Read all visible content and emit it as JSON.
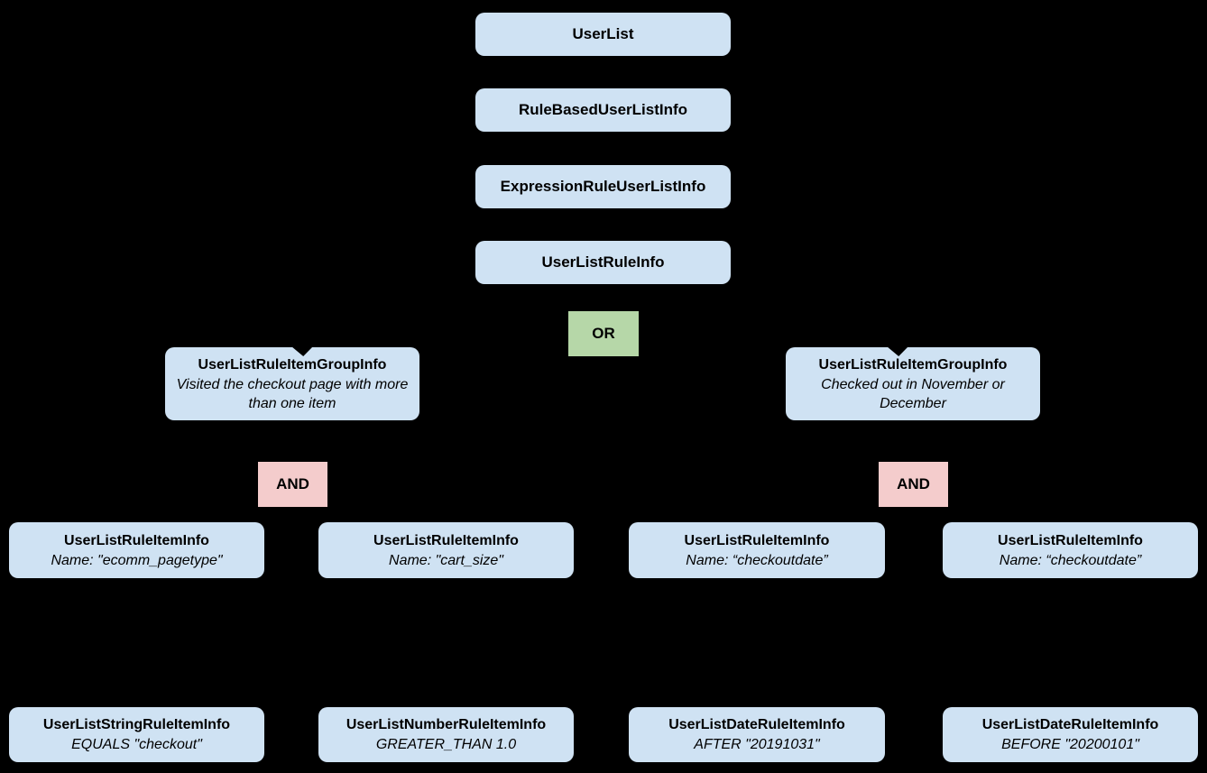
{
  "diagram": {
    "background_color": "#000000",
    "colors": {
      "node_fill": "#cfe2f3",
      "or_fill": "#b6d7a8",
      "and_fill": "#f4cccc",
      "text": "#000000"
    },
    "chain": [
      {
        "label": "UserList"
      },
      {
        "label": "RuleBasedUserListInfo"
      },
      {
        "label": "ExpressionRuleUserListInfo"
      },
      {
        "label": "UserListRuleInfo"
      }
    ],
    "or_label": "OR",
    "and_label": "AND",
    "groups": [
      {
        "title": "UserListRuleItemGroupInfo",
        "description": "Visited the checkout page with more than one item"
      },
      {
        "title": "UserListRuleItemGroupInfo",
        "description": "Checked out in November or December"
      }
    ],
    "rule_items": [
      {
        "title": "UserListRuleItemInfo",
        "detail": "Name: \"ecomm_pagetype\""
      },
      {
        "title": "UserListRuleItemInfo",
        "detail": "Name: \"cart_size\""
      },
      {
        "title": "UserListRuleItemInfo",
        "detail": "Name: “checkoutdate”"
      },
      {
        "title": "UserListRuleItemInfo",
        "detail": "Name: “checkoutdate”"
      }
    ],
    "operand_items": [
      {
        "title": "UserListStringRuleItemInfo",
        "detail": "EQUALS \"checkout\""
      },
      {
        "title": "UserListNumberRuleItemInfo",
        "detail": "GREATER_THAN 1.0"
      },
      {
        "title": "UserListDateRuleItemInfo",
        "detail": "AFTER \"20191031\""
      },
      {
        "title": "UserListDateRuleItemInfo",
        "detail": "BEFORE \"20200101\""
      }
    ]
  }
}
